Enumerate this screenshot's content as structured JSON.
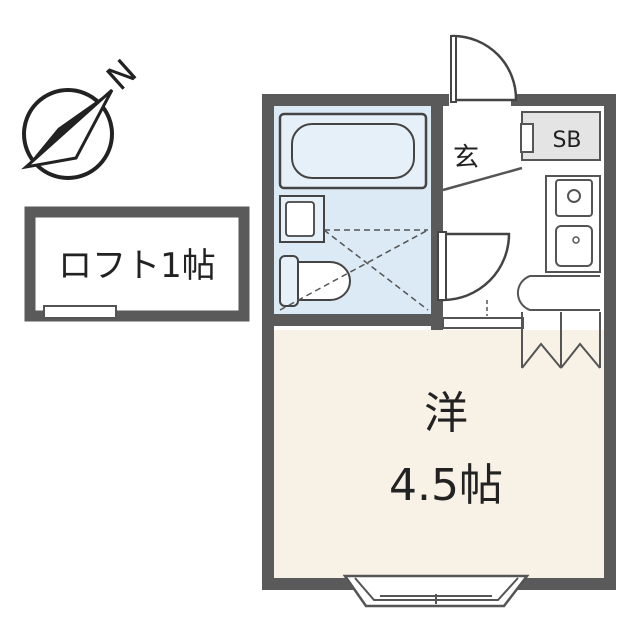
{
  "compass": {
    "label": "N"
  },
  "loft": {
    "label": "ロフト1帖"
  },
  "entrance": {
    "label": "玄"
  },
  "shoe_box": {
    "label": "SB"
  },
  "main_room": {
    "type_label": "洋",
    "size_label": "4.5帖"
  },
  "colors": {
    "wall": "#5a5a5a",
    "room_floor": "#f7f1e6",
    "bath_floor": "#dbeaf5",
    "fixture": "#e6f0f8",
    "sb_fill": "#e4e4e4",
    "line": "#555555"
  }
}
